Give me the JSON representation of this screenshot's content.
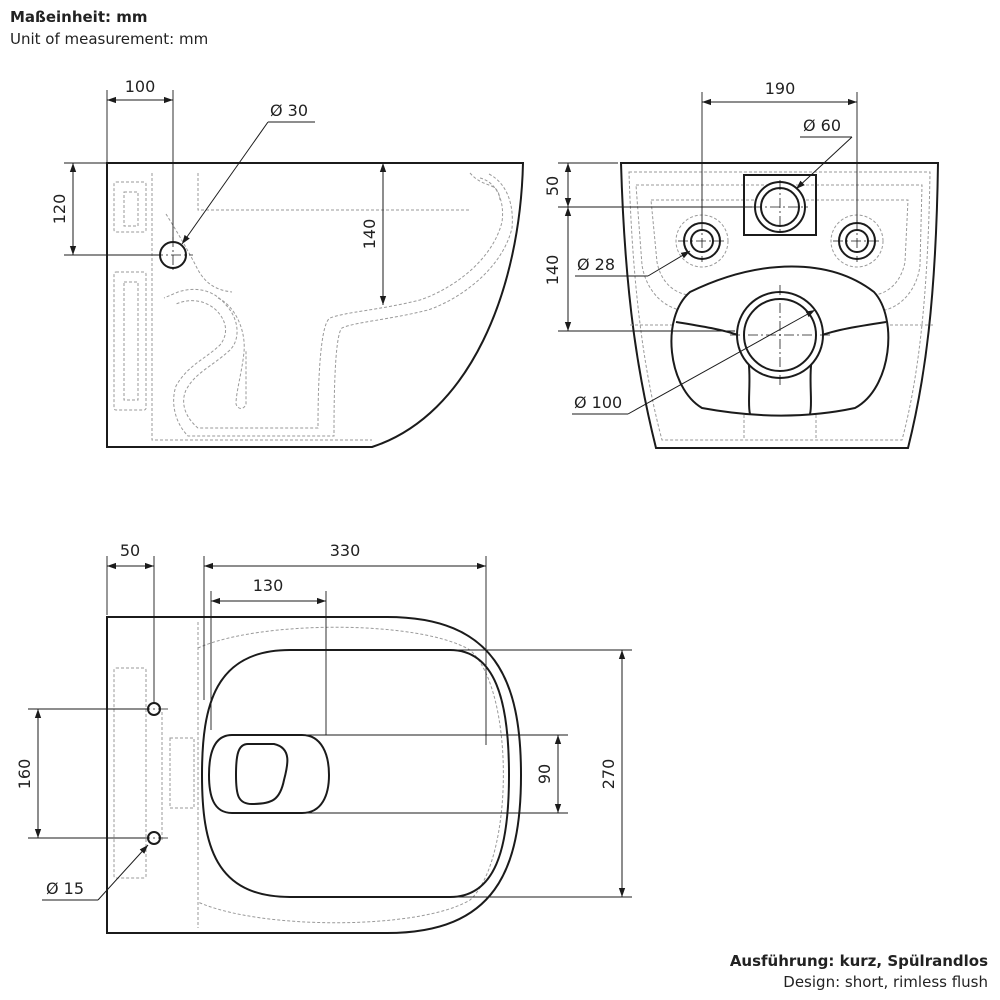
{
  "header": {
    "unit_de": "Maßeinheit: mm",
    "unit_en": "Unit of measurement: mm"
  },
  "footer": {
    "design_de": "Ausführung: kurz, Spülrandlos",
    "design_en": "Design: short, rimless flush"
  },
  "side_view": {
    "dim_horizontal_outlet": "100",
    "dim_outlet_height": "120",
    "dim_bowl_depth": "140",
    "label_outlet_diameter": "Ø 30"
  },
  "rear_view": {
    "dim_bolt_spacing": "190",
    "dim_top_to_inlet": "50",
    "dim_inlet_to_outlet": "140",
    "label_inlet_diameter": "Ø 60",
    "label_bolt_diameter": "Ø 28",
    "label_outlet_diameter": "Ø 100"
  },
  "top_view": {
    "dim_offset": "50",
    "dim_depth": "330",
    "dim_opening": "130",
    "dim_bolt_spacing": "160",
    "dim_opening_width": "90",
    "dim_width": "270",
    "label_bolt_diameter": "Ø 15"
  }
}
